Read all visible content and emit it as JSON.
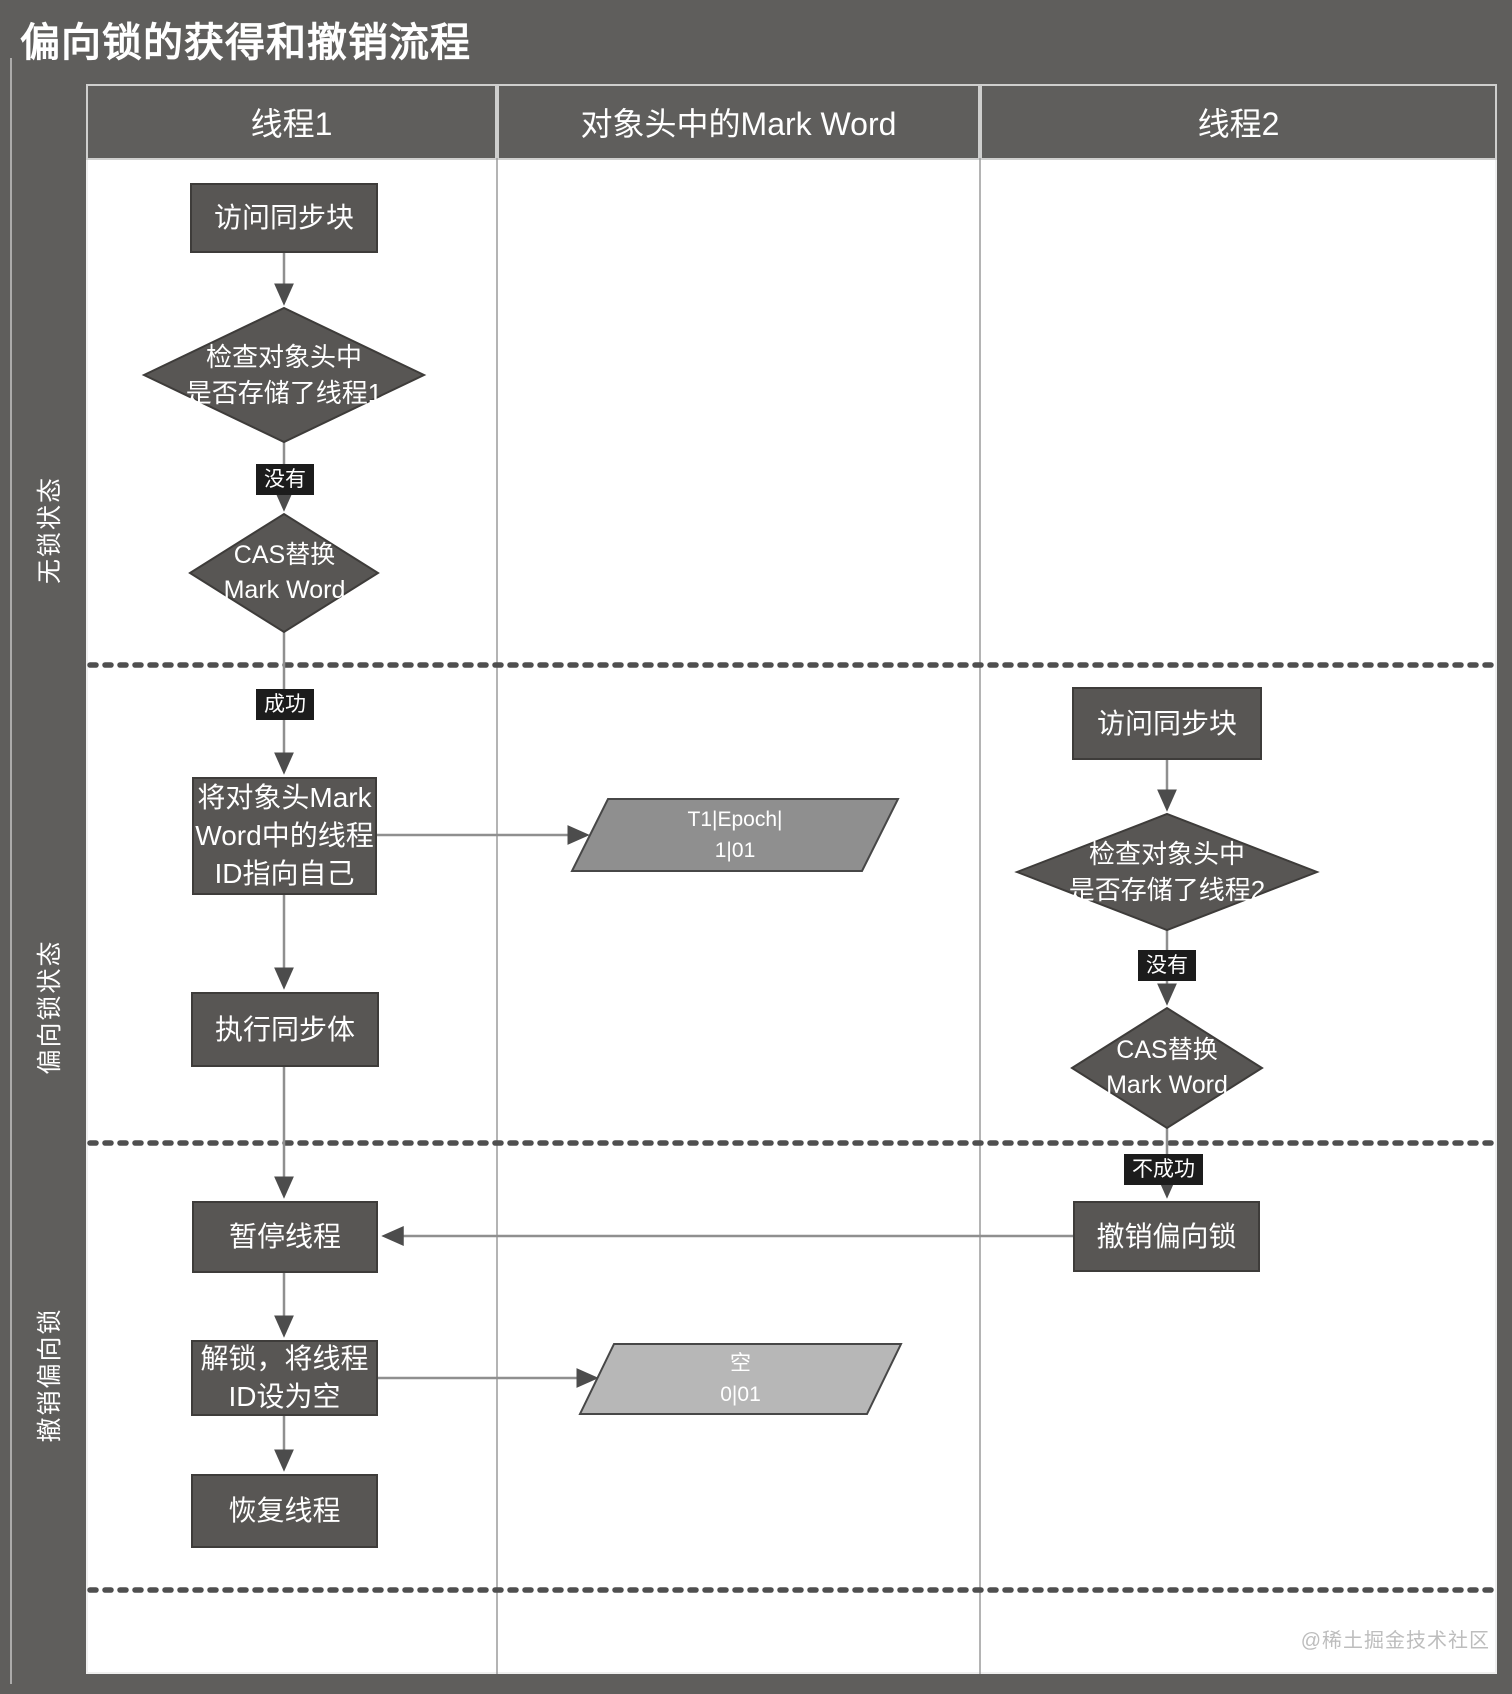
{
  "title": "偏向锁的获得和撤销流程",
  "columns": {
    "thread1": "线程1",
    "markword": "对象头中的Mark Word",
    "thread2": "线程2"
  },
  "rows": {
    "lockfree": "无锁状态",
    "biased": "偏向锁状态",
    "revoke": "撤销偏向锁"
  },
  "thread1": {
    "access_block": "访问同步块",
    "check_header": "检查对象头中\n是否存储了线程1",
    "no_label": "没有",
    "cas_replace": "CAS替换\nMark Word",
    "success_label": "成功",
    "set_thread_id": "将对象头Mark\nWord中的线程\nID指向自己",
    "execute_sync": "执行同步体",
    "pause_thread": "暂停线程",
    "unlock_clear_id": "解锁，将线程\nID设为空",
    "resume_thread": "恢复线程"
  },
  "markword": {
    "biased_record": "T1|Epoch|\n1|01",
    "empty_record": "空\n0|01"
  },
  "thread2": {
    "access_block": "访问同步块",
    "check_header": "检查对象头中\n是否存储了线程2",
    "no_label": "没有",
    "cas_replace": "CAS替换\nMark Word",
    "fail_label": "不成功",
    "revoke_bias": "撤销偏向锁"
  },
  "watermark": "@稀土掘金技术社区",
  "colors": {
    "frame_bg": "#5f5e5c",
    "node_fill": "#585654",
    "node_border": "#3e3c3a",
    "label_bg": "#1c1c1c",
    "biased_markword_fill": "#8f8f8f",
    "empty_markword_fill": "#b7b7b7",
    "arrow": "#8f8f8f",
    "arrowhead": "#4c4c4c",
    "text_light": "#ffffff",
    "watermark": "#bdbdbd"
  }
}
